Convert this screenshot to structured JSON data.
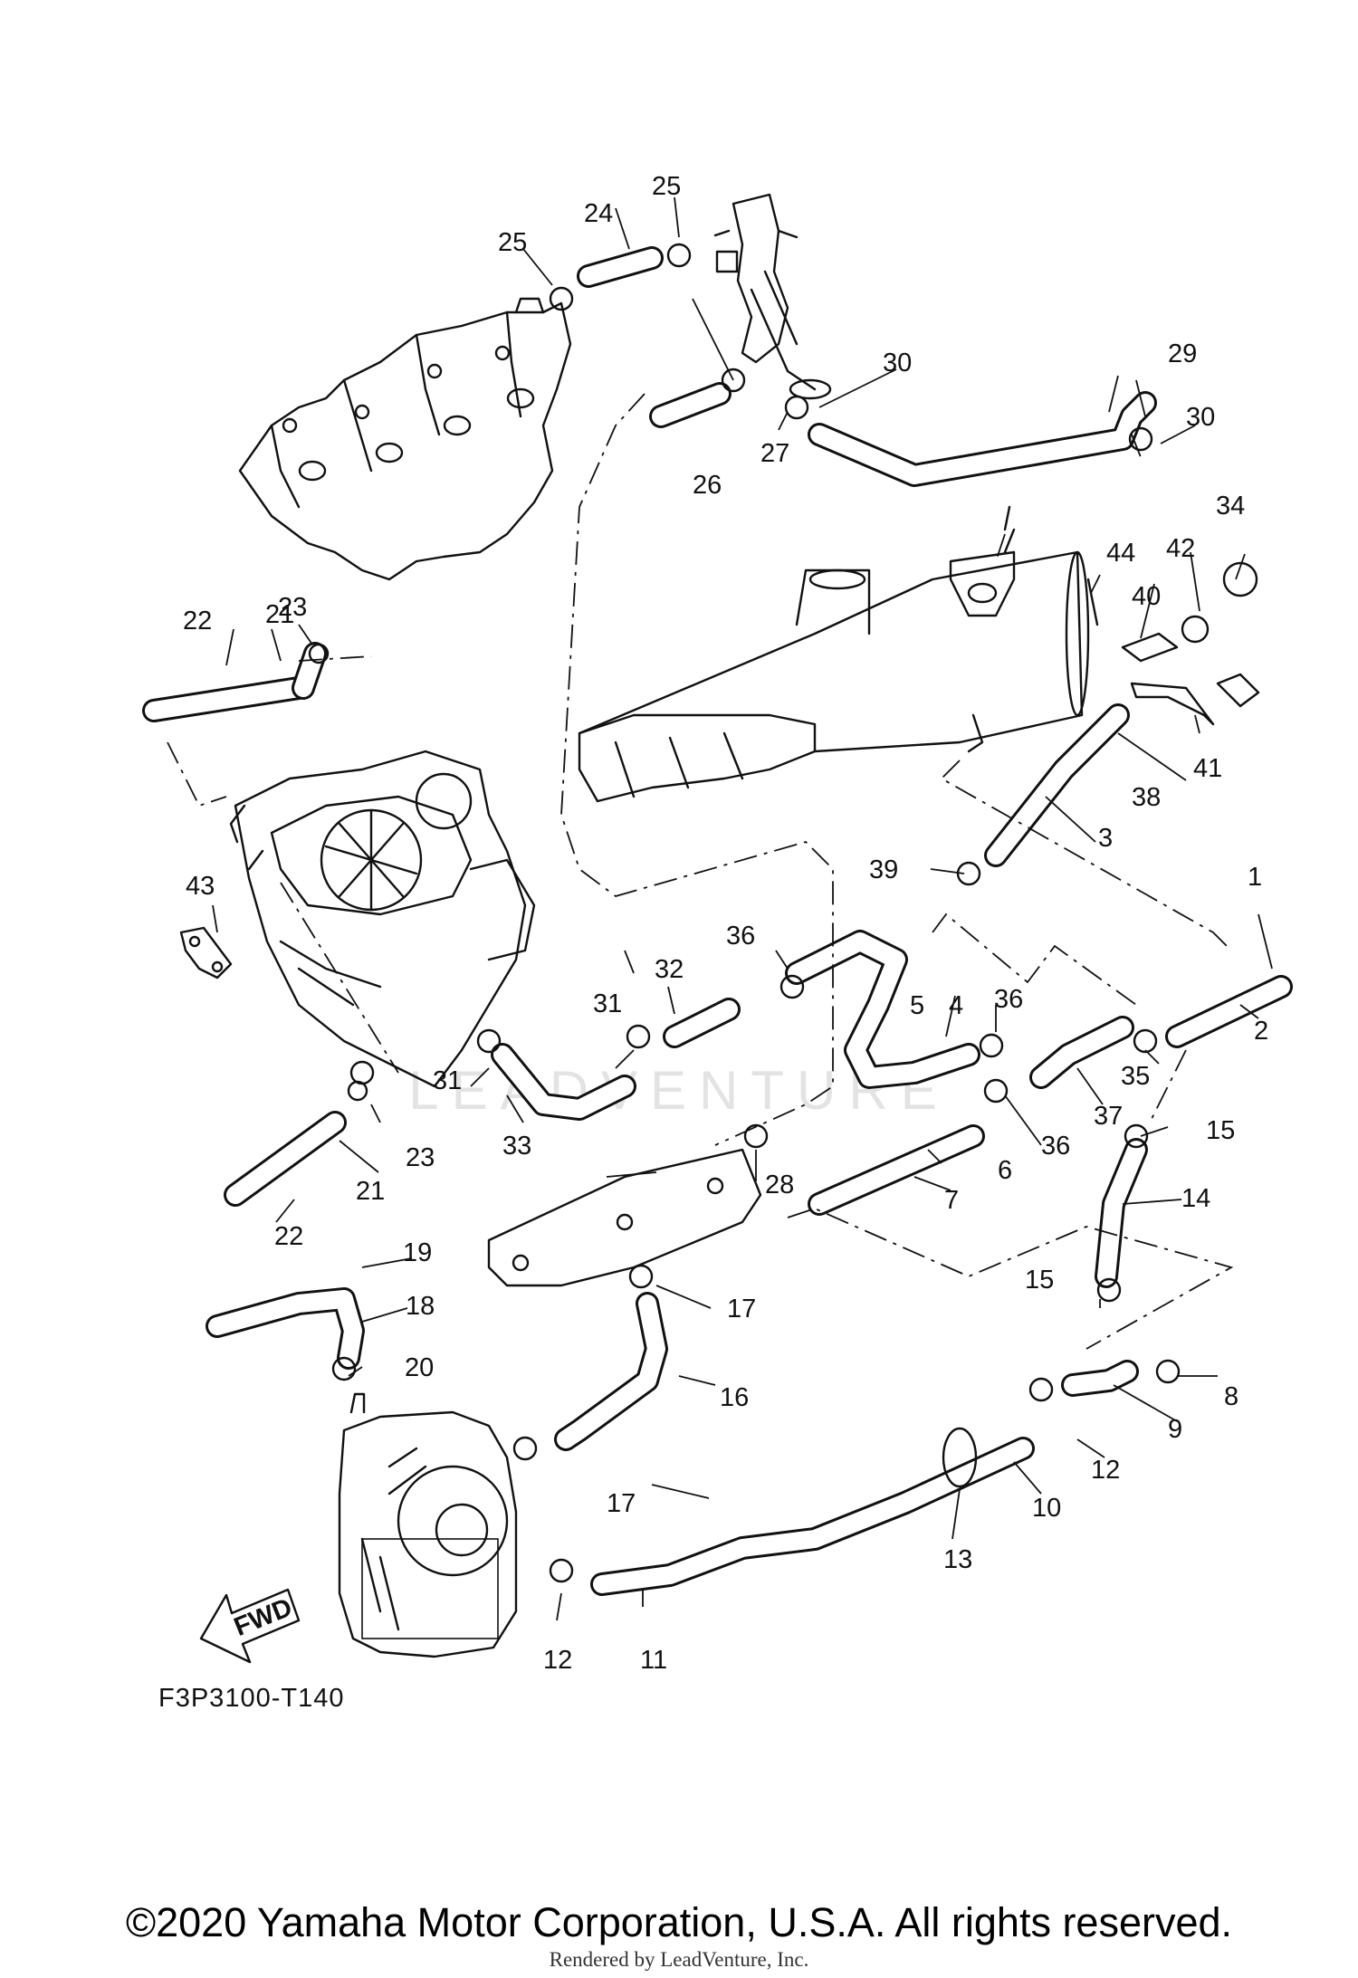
{
  "diagram_code": "F3P3100-T140",
  "copyright": "©2020 Yamaha Motor Corporation, U.S.A. All rights reserved.",
  "rendered_by": "Rendered by LeadVenture, Inc.",
  "watermark": "LEADVENTURE",
  "fwd_label": "FWD",
  "callouts": {
    "c1": "1",
    "c2": "2",
    "c3": "3",
    "c4": "4",
    "c5": "5",
    "c6": "6",
    "c7": "7",
    "c8": "8",
    "c9": "9",
    "c10": "10",
    "c11": "11",
    "c12a": "12",
    "c12b": "12",
    "c13": "13",
    "c14": "14",
    "c15a": "15",
    "c15b": "15",
    "c16": "16",
    "c17a": "17",
    "c17b": "17",
    "c18": "18",
    "c19": "19",
    "c20": "20",
    "c21a": "21",
    "c21b": "21",
    "c22a": "22",
    "c22b": "22",
    "c23a": "23",
    "c23b": "23",
    "c24": "24",
    "c25a": "25",
    "c25b": "25",
    "c26": "26",
    "c27": "27",
    "c28": "28",
    "c29": "29",
    "c30a": "30",
    "c30b": "30",
    "c31a": "31",
    "c31b": "31",
    "c32": "32",
    "c33": "33",
    "c34": "34",
    "c35": "35",
    "c36a": "36",
    "c36b": "36",
    "c36c": "36",
    "c37": "37",
    "c38": "38",
    "c39": "39",
    "c40": "40",
    "c41": "41",
    "c42": "42",
    "c43": "43",
    "c44": "44"
  }
}
